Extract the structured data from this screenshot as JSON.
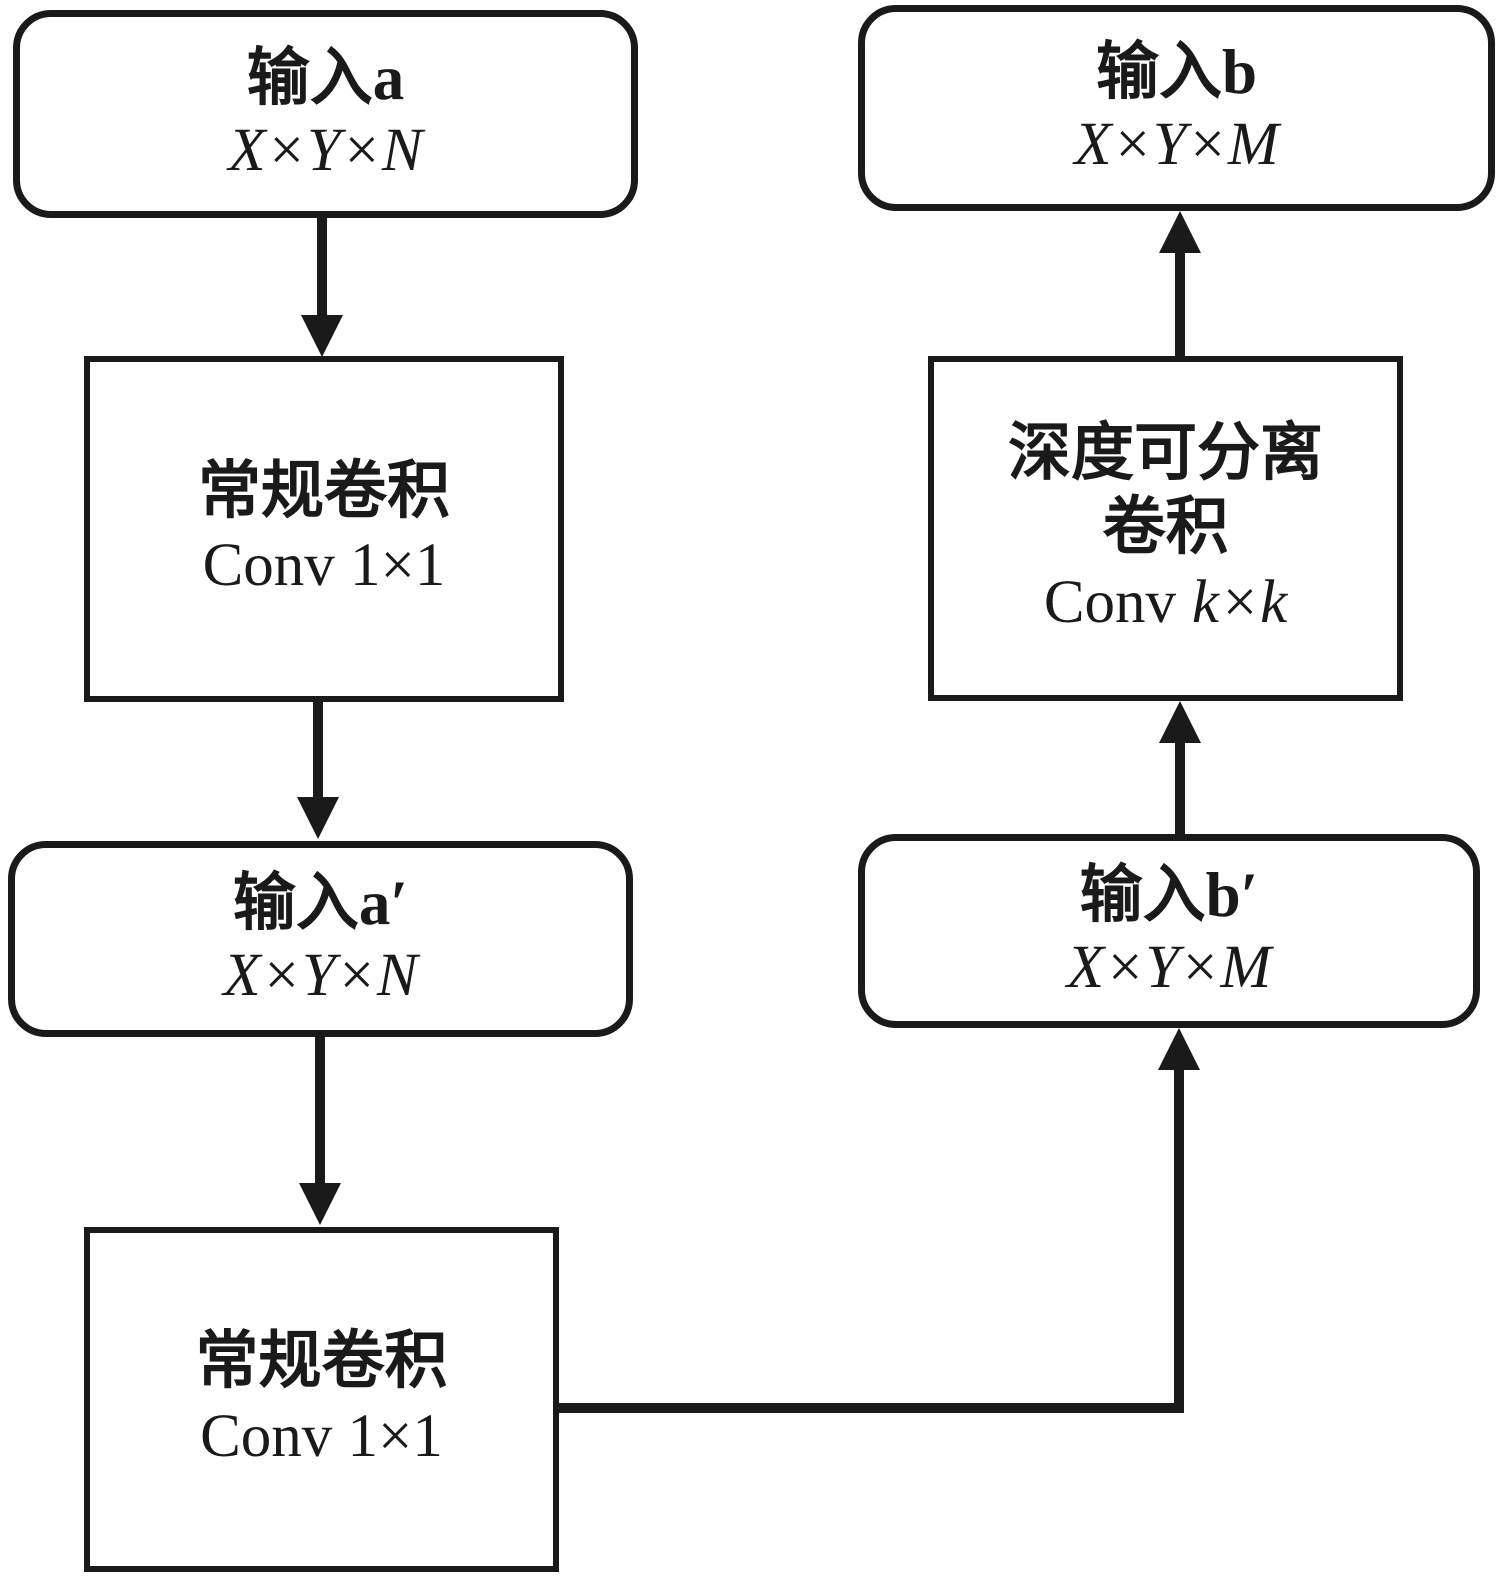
{
  "diagram": {
    "background_color": "#ffffff",
    "stroke_color": "#1a1a1a"
  },
  "nodes": {
    "input_a": {
      "title": "输入a",
      "dims": "X×Y×N"
    },
    "conv_a1": {
      "title": "常规卷积",
      "sub": "Conv 1×1"
    },
    "input_a_prime": {
      "title": "输入a′",
      "dims": "X×Y×N"
    },
    "conv_a2": {
      "title": "常规卷积",
      "sub": "Conv 1×1"
    },
    "input_b": {
      "title": "输入b",
      "dims": "X×Y×M"
    },
    "dw_conv": {
      "title_line1": "深度可分离",
      "title_line2": "卷积",
      "sub_prefix": "Conv",
      "sub_kernel": "k×k"
    },
    "input_b_prime": {
      "title": "输入b′",
      "dims": "X×Y×M"
    }
  }
}
